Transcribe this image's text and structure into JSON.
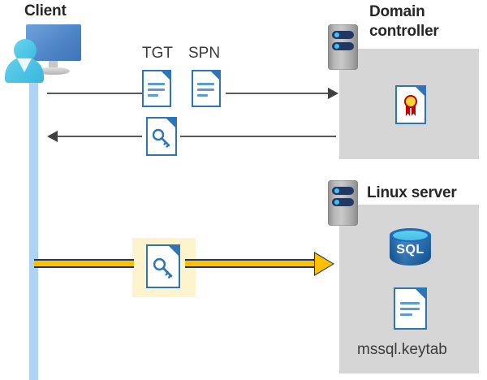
{
  "diagram": {
    "title": "Kerberos authentication flow between a client, a domain controller and a Linux SQL server",
    "background_color": "#ffffff",
    "panel_color": "#d6d6d6",
    "accent_blue": "#2e75b6",
    "accent_gold": "#ffc000",
    "highlight_color": "#fdf3cd",
    "lifeline_color": "#aed3f4"
  },
  "client": {
    "title": "Client",
    "icon": "user-at-computer-icon"
  },
  "domain_controller": {
    "title_line1": "Domain",
    "title_line2": "controller",
    "server_icon": "server-rack-icon",
    "contents": [
      {
        "icon": "certificate-document-icon",
        "label": ""
      }
    ]
  },
  "linux_server": {
    "title": "Linux server",
    "server_icon": "server-rack-icon",
    "contents": [
      {
        "icon": "sql-database-icon",
        "label": "SQL"
      },
      {
        "icon": "keytab-document-icon",
        "label": "mssql.keytab"
      }
    ]
  },
  "messages": [
    {
      "id": "request",
      "direction": "right",
      "labels": [
        "TGT",
        "SPN"
      ],
      "icons": [
        "document-icon",
        "document-icon"
      ],
      "color": "#595959"
    },
    {
      "id": "response",
      "direction": "left",
      "labels": [],
      "icons": [
        "key-document-icon"
      ],
      "color": "#595959"
    },
    {
      "id": "authenticate",
      "direction": "right",
      "labels": [],
      "icons": [
        "key-document-icon"
      ],
      "color": "#ffc000",
      "highlighted": true
    }
  ]
}
